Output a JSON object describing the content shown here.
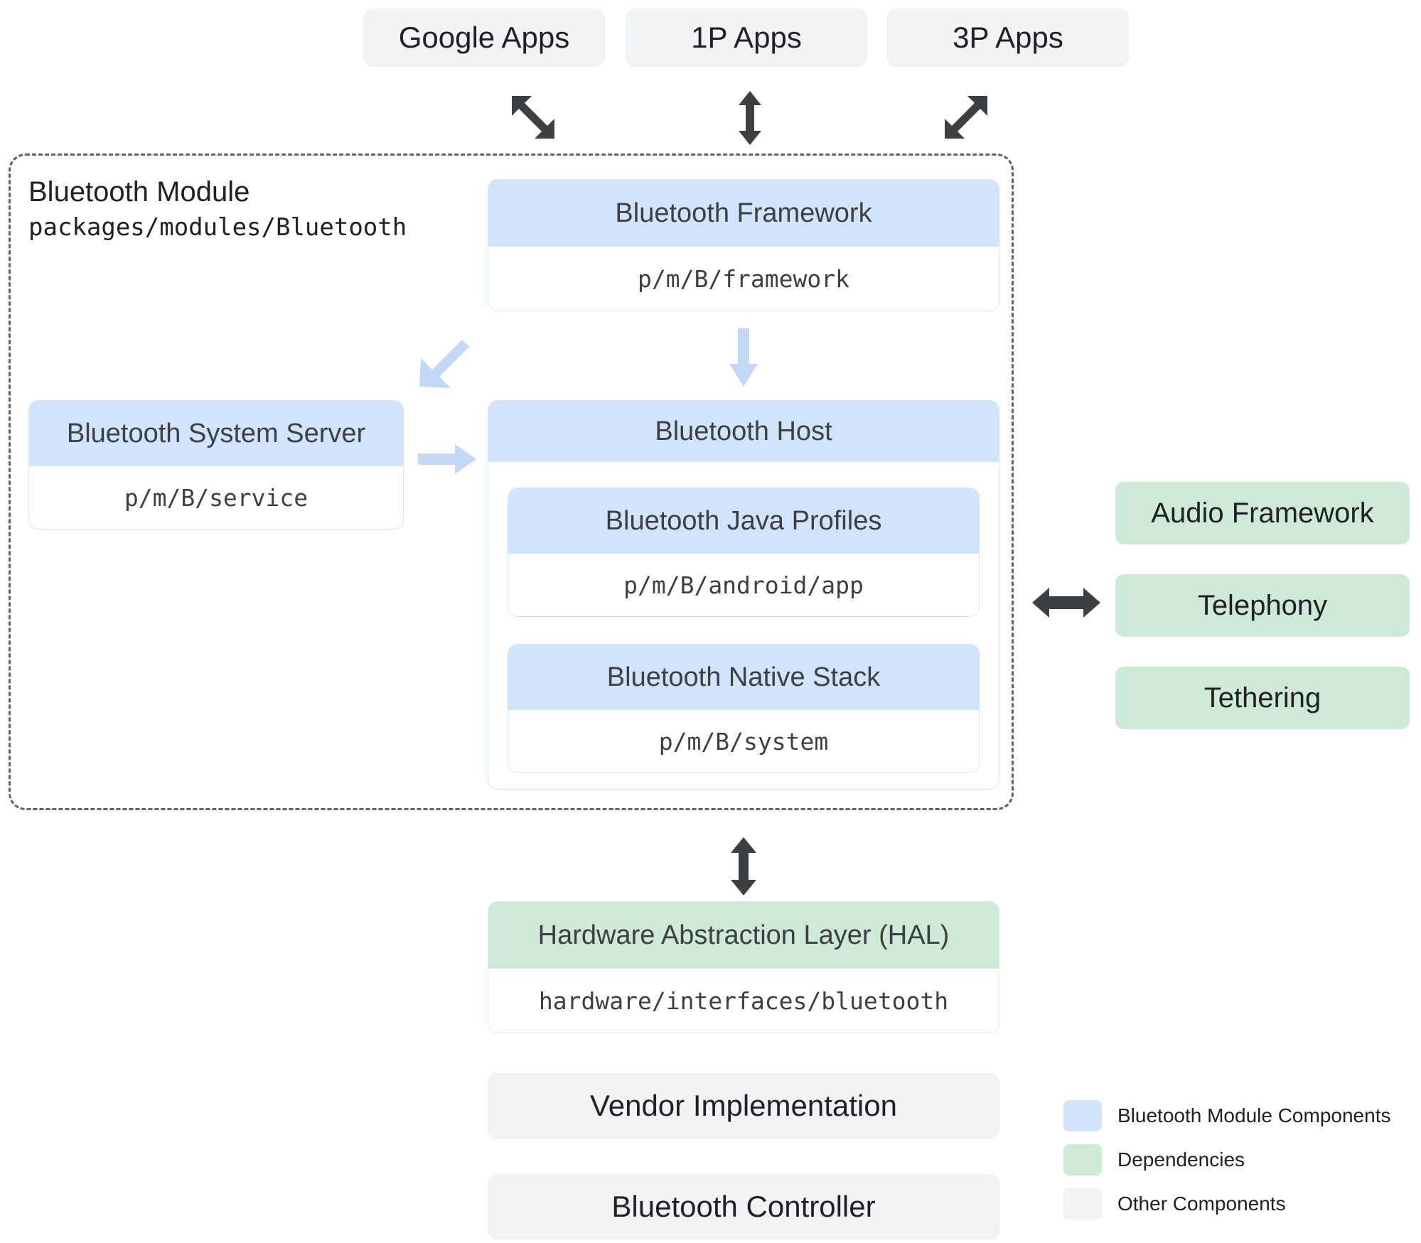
{
  "top_apps": [
    {
      "label": "Google Apps"
    },
    {
      "label": "1P Apps"
    },
    {
      "label": "3P Apps"
    }
  ],
  "module": {
    "title": "Bluetooth Module",
    "path": "packages/modules/Bluetooth"
  },
  "framework": {
    "title": "Bluetooth Framework",
    "path": "p/m/B/framework"
  },
  "system_server": {
    "title": "Bluetooth System Server",
    "path": "p/m/B/service"
  },
  "host": {
    "title": "Bluetooth Host",
    "children": [
      {
        "title": "Bluetooth Java Profiles",
        "path": "p/m/B/android/app"
      },
      {
        "title": "Bluetooth Native Stack",
        "path": "p/m/B/system"
      }
    ]
  },
  "dependencies": [
    {
      "label": "Audio Framework"
    },
    {
      "label": "Telephony"
    },
    {
      "label": "Tethering"
    }
  ],
  "hal": {
    "title": "Hardware Abstraction Layer (HAL)",
    "path": "hardware/interfaces/bluetooth"
  },
  "bottom_boxes": [
    {
      "label": "Vendor Implementation"
    },
    {
      "label": "Bluetooth Controller"
    }
  ],
  "legend": {
    "items": [
      {
        "label": "Bluetooth Module Components",
        "color": "#d2e3fc"
      },
      {
        "label": "Dependencies",
        "color": "#ceead6"
      },
      {
        "label": "Other Components",
        "color": "#f1f3f4"
      }
    ]
  },
  "colors": {
    "module_blue": "#d2e3fc",
    "dependency_green": "#ceead6",
    "other_gray": "#f1f3f4",
    "arrow_dark": "#3c4043",
    "arrow_blue": "#c3d9f7",
    "dashed_border": "#5f6368"
  }
}
